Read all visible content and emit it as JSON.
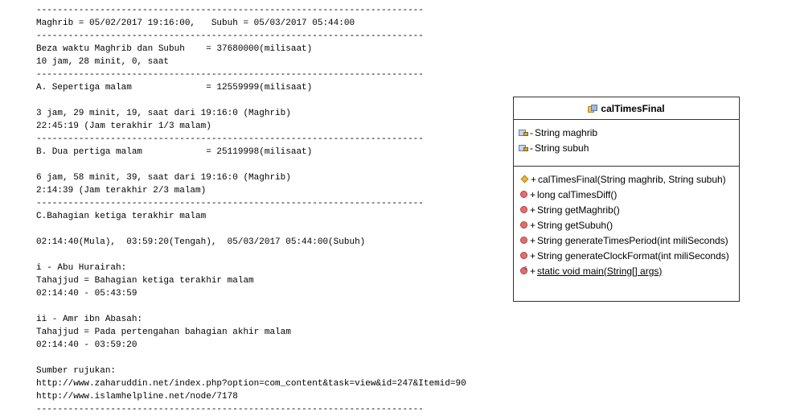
{
  "console": {
    "separator": "-------------------------------------------------------------------------",
    "l_maghrib_subuh": "Maghrib = 05/02/2017 19:16:00,   Subuh = 05/03/2017 05:44:00",
    "l_beza": "Beza waktu Maghrib dan Subuh    = 37680000(milisaat)",
    "l_beza_hms": "10 jam, 28 minit, 0, saat",
    "l_a_title": "A. Sepertiga malam              = 12559999(milisaat)",
    "l_a_duration": "3 jam, 29 minit, 19, saat dari 19:16:0 (Maghrib)",
    "l_a_end": "22:45:19 (Jam terakhir 1/3 malam)",
    "l_b_title": "B. Dua pertiga malam            = 25119998(milisaat)",
    "l_b_duration": "6 jam, 58 minit, 39, saat dari 19:16:0 (Maghrib)",
    "l_b_end": "2:14:39 (Jam terakhir 2/3 malam)",
    "l_c_title": "C.Bahagian ketiga terakhir malam",
    "l_c_times": "02:14:40(Mula),  03:59:20(Tengah),  05/03/2017 05:44:00(Subuh)",
    "l_i_title": "i - Abu Hurairah:",
    "l_i_desc": "Tahajjud = Bahagian ketiga terakhir malam",
    "l_i_range": "02:14:40 - 05:43:59",
    "l_ii_title": "ii - Amr ibn Abasah:",
    "l_ii_desc": "Tahajjud = Pada pertengahan bahagian akhir malam",
    "l_ii_range": "02:14:40 - 03:59:20",
    "l_sumber": "Sumber rujukan:",
    "l_url1": "http://www.zaharuddin.net/index.php?option=com_content&task=view&id=247&Itemid=90",
    "l_url2": "http://www.islamhelpline.net/node/7178"
  },
  "uml": {
    "class_name": "calTimesFinal",
    "fields": [
      {
        "vis": "-",
        "text": "String maghrib"
      },
      {
        "vis": "-",
        "text": "String subuh"
      }
    ],
    "methods": [
      {
        "vis": "+",
        "text": "calTimesFinal(String maghrib, String subuh)"
      },
      {
        "vis": "+",
        "text": "long calTimesDiff()"
      },
      {
        "vis": "+",
        "text": "String getMaghrib()"
      },
      {
        "vis": "+",
        "text": "String getSubuh()"
      },
      {
        "vis": "+",
        "text": "String generateTimesPeriod(int miliSeconds)"
      },
      {
        "vis": "+",
        "text": "String generateClockFormat(int miliSeconds)"
      },
      {
        "vis": "+",
        "text": "static void main(String[] args)"
      }
    ],
    "colors": {
      "constructor_icon": "#f0b840",
      "method_icon": "#e07070",
      "field_icon": "#c6d4ea",
      "border": "#333333"
    }
  }
}
